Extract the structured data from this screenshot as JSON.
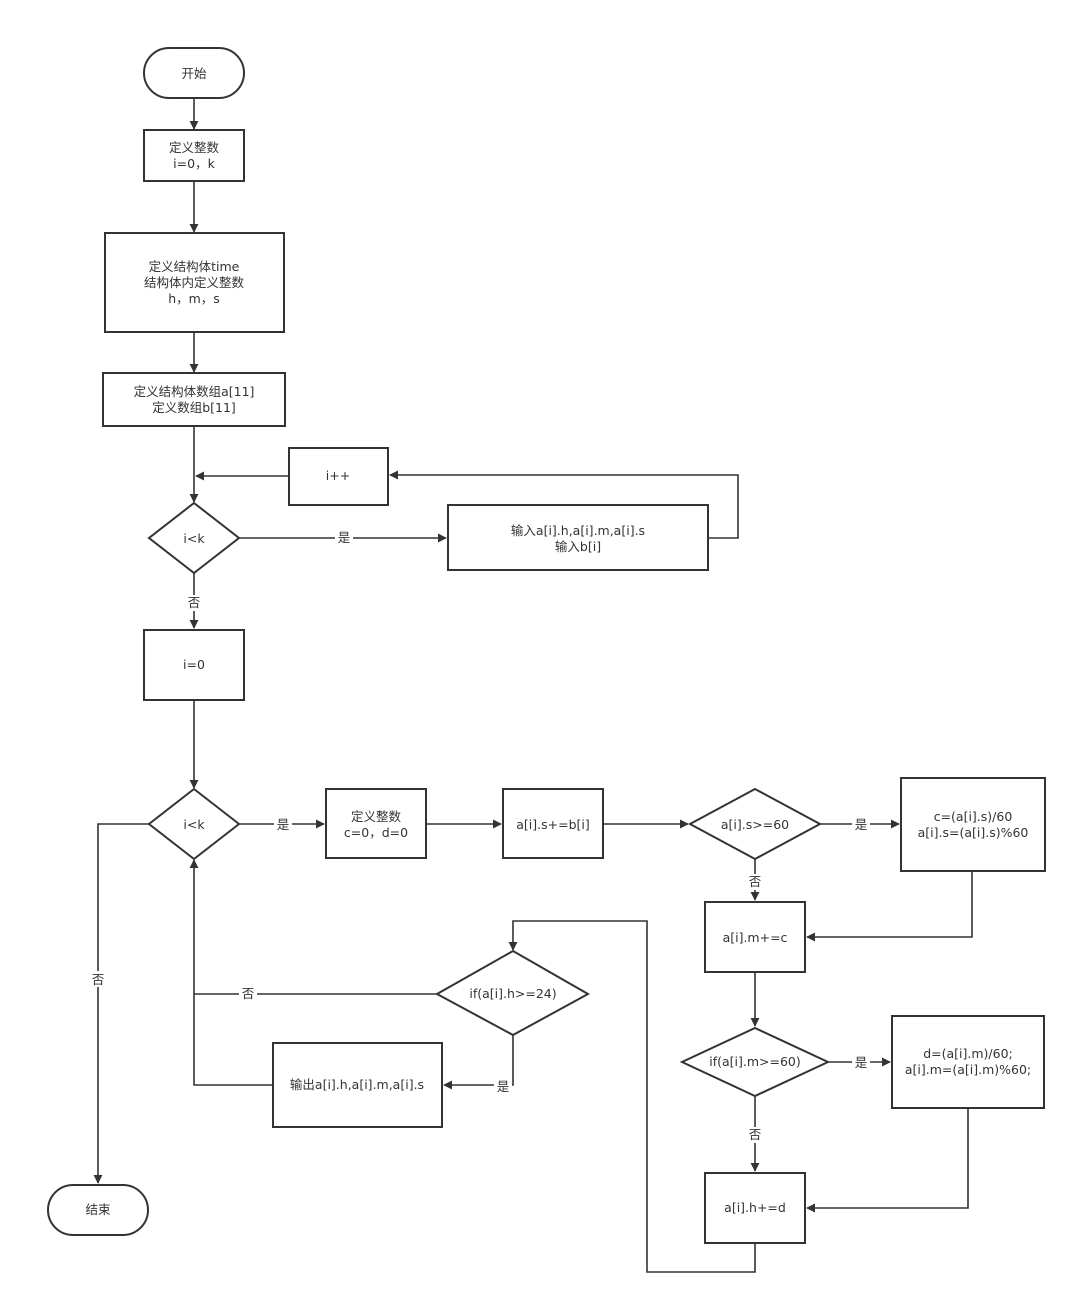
{
  "nodes": {
    "start": "开始",
    "define_int": [
      "定义整数",
      "i=0，k"
    ],
    "define_struct": [
      "定义结构体time",
      "结构体内定义整数",
      "h，m，s"
    ],
    "define_arrays": [
      "定义结构体数组a[11]",
      "定义数组b[11]"
    ],
    "inc_i": "i++",
    "cond1": "i<k",
    "input": [
      "输入a[i].h,a[i].m,a[i].s",
      "输入b[i]"
    ],
    "reset_i": "i=0",
    "cond2": "i<k",
    "define_cd": [
      "定义整数",
      "c=0，d=0"
    ],
    "add_s": "a[i].s+=b[i]",
    "cond_s": "a[i].s>=60",
    "calc_c": [
      "c=(a[i].s)/60",
      "a[i].s=(a[i].s)%60"
    ],
    "add_m": "a[i].m+=c",
    "cond_m": "if(a[i].m>=60)",
    "calc_d": [
      "d=(a[i].m)/60;",
      "a[i].m=(a[i].m)%60;"
    ],
    "add_h": "a[i].h+=d",
    "cond_h": "if(a[i].h>=24)",
    "output": "输出a[i].h,a[i].m,a[i].s",
    "end": "结束"
  },
  "edge_labels": {
    "cond1_yes": "是",
    "cond1_no": "否",
    "cond2_yes": "是",
    "cond2_no": "否",
    "cond_s_yes": "是",
    "cond_s_no": "否",
    "cond_m_yes": "是",
    "cond_m_no": "否",
    "cond_h_no": "否",
    "cond_h_yes": "是"
  }
}
